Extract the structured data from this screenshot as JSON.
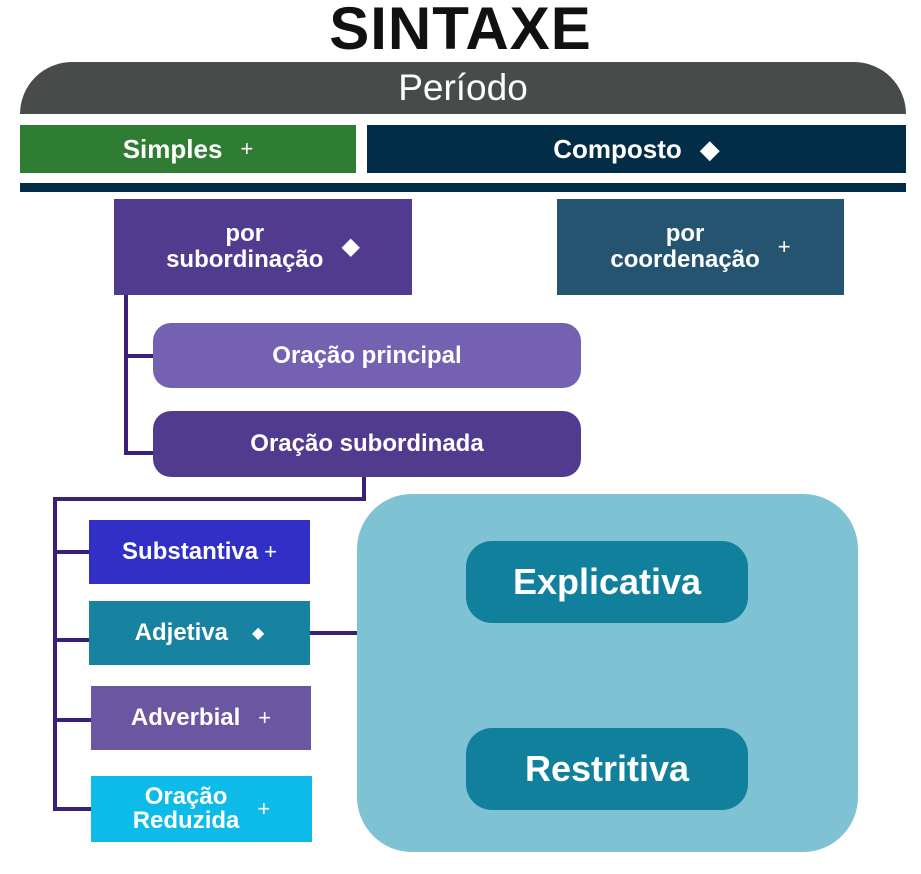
{
  "title": "SINTAXE",
  "periodo": "Período",
  "simples": {
    "label": "Simples",
    "icon": "+"
  },
  "composto": {
    "label": "Composto",
    "icon": "◆"
  },
  "subordinacao": {
    "line1": "por",
    "line2": "subordinação",
    "icon": "◆"
  },
  "coordenacao": {
    "line1": "por",
    "line2": "coordenação",
    "icon": "+"
  },
  "oracao_principal": "Oração principal",
  "oracao_subordinada": "Oração subordinada",
  "classes": {
    "substantiva": {
      "label": "Substantiva",
      "icon": "+"
    },
    "adjetiva": {
      "label": "Adjetiva",
      "icon": "◆"
    },
    "adverbial": {
      "label": "Adverbial",
      "icon": "+"
    },
    "reduzida": {
      "line1": "Oração",
      "line2": "Reduzida",
      "icon": "+"
    }
  },
  "adjetiva_tipos": {
    "explicativa": "Explicativa",
    "restritiva": "Restritiva"
  },
  "colors": {
    "periodo": "#474c4a",
    "simples": "#2e7d32",
    "composto": "#022d47",
    "subordinacao": "#503b8f",
    "coordenacao": "#245470",
    "principal": "#7461b1",
    "substantiva": "#3030c6",
    "adjetiva": "#1783a0",
    "adverbial": "#6a56a1",
    "reduzida": "#0dbbe9",
    "panel": "#7fc2d4",
    "connector": "#3b1f7a"
  }
}
